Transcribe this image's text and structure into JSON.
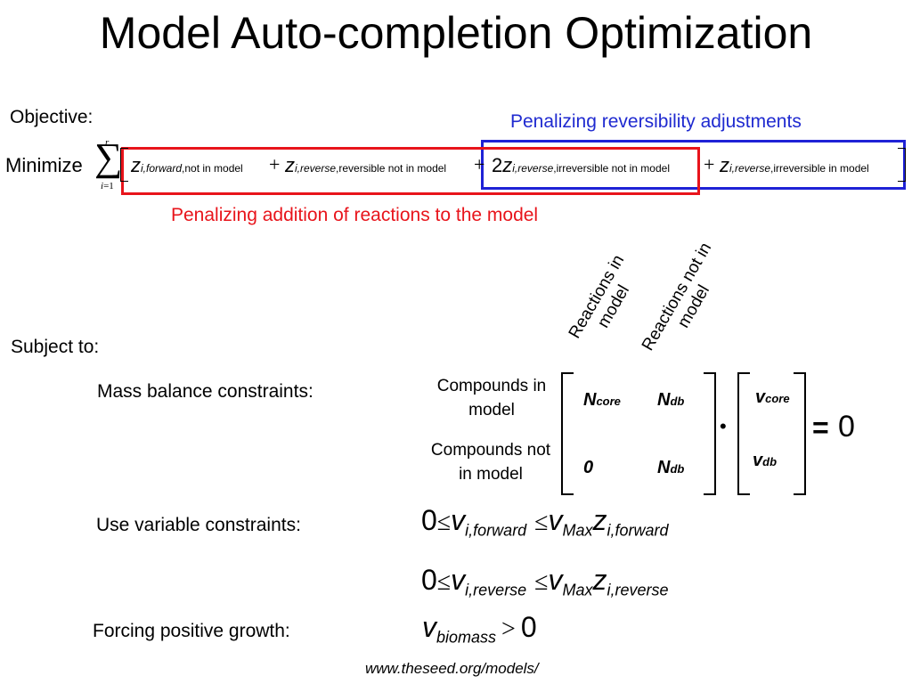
{
  "title": "Model Auto-completion Optimization",
  "objective": {
    "label": "Objective:",
    "minimize": "Minimize",
    "sum_upper": "r",
    "sum_lower": "i=1",
    "blue_annotation": "Penalizing reversibility adjustments",
    "red_annotation": "Penalizing addition of reactions to the model",
    "terms": [
      {
        "sign": "",
        "coef": "",
        "var": "z",
        "sub_it": "i,forward",
        "sub_rm": ",not in model"
      },
      {
        "sign": "+",
        "coef": "",
        "var": "z",
        "sub_it": "i,reverse",
        "sub_rm": ",reversible not in model"
      },
      {
        "sign": "+",
        "coef": "2",
        "var": "z",
        "sub_it": "i,reverse",
        "sub_rm": ",irreversible not in model"
      },
      {
        "sign": "+",
        "coef": "",
        "var": "z",
        "sub_it": "i,reverse",
        "sub_rm": ",irreversible in model"
      }
    ]
  },
  "subject_to": "Subject to:",
  "column_headers": [
    "Reactions in model",
    "Reactions not in model"
  ],
  "mass_balance": {
    "label": "Mass balance constraints:",
    "row_labels": [
      "Compounds in model",
      "Compounds not in model"
    ],
    "matrix": [
      [
        "N",
        "core",
        "N",
        "db"
      ],
      [
        "0",
        "",
        "N",
        "db"
      ]
    ],
    "vector": [
      [
        "v",
        "core"
      ],
      [
        "v",
        "db"
      ]
    ],
    "dot": "•",
    "equals": "=",
    "rhs": "0"
  },
  "use_variable": {
    "label": "Use variable constraints:",
    "eq1": {
      "zero": "0",
      "le": "≤",
      "v": "v",
      "v_sub": "i,forward",
      "vmax": "v",
      "vmax_sub": "Max",
      "z": "z",
      "z_sub": "i,forward"
    },
    "eq2": {
      "zero": "0",
      "le": "≤",
      "v": "v",
      "v_sub": "i,reverse",
      "vmax": "v",
      "vmax_sub": "Max",
      "z": "z",
      "z_sub": "i,reverse"
    }
  },
  "growth": {
    "label": "Forcing positive growth:",
    "v": "v",
    "v_sub": "biomass",
    "gt": ">",
    "zero": "0"
  },
  "footer_url": "www.theseed.org/models/"
}
